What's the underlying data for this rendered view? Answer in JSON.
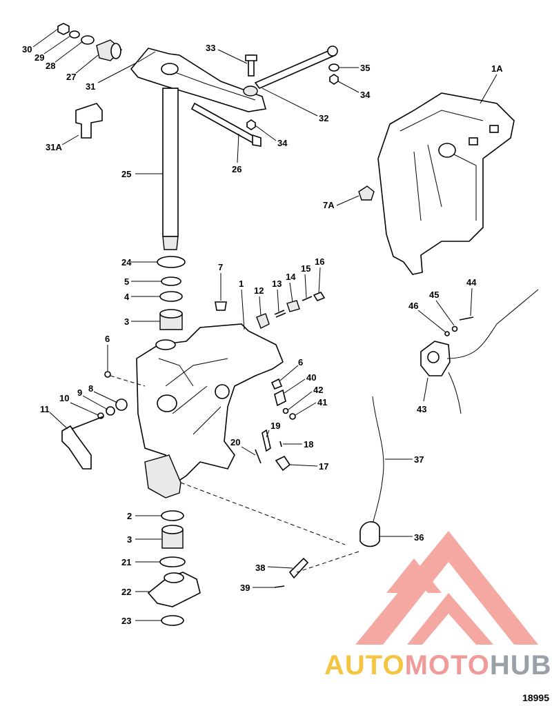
{
  "diagram": {
    "drawing_number": "18995",
    "labels": [
      "30",
      "29",
      "28",
      "27",
      "31",
      "31A",
      "33",
      "35",
      "34",
      "32",
      "34",
      "26",
      "25",
      "1A",
      "7A",
      "24",
      "5",
      "4",
      "3",
      "7",
      "1",
      "12",
      "13",
      "14",
      "15",
      "16",
      "6",
      "6",
      "40",
      "42",
      "41",
      "8",
      "9",
      "10",
      "11",
      "19",
      "18",
      "20",
      "17",
      "44",
      "45",
      "46",
      "43",
      "37",
      "36",
      "2",
      "3",
      "21",
      "22",
      "23",
      "38",
      "39"
    ]
  },
  "watermark": {
    "brand_auto": "AUTO",
    "brand_moto": "MOTO",
    "brand_hub": "HUB",
    "colors": {
      "auto": "#f5c542",
      "moto": "#f09a9a",
      "hub": "#9aa0a8",
      "logo": "#f28b82"
    }
  }
}
